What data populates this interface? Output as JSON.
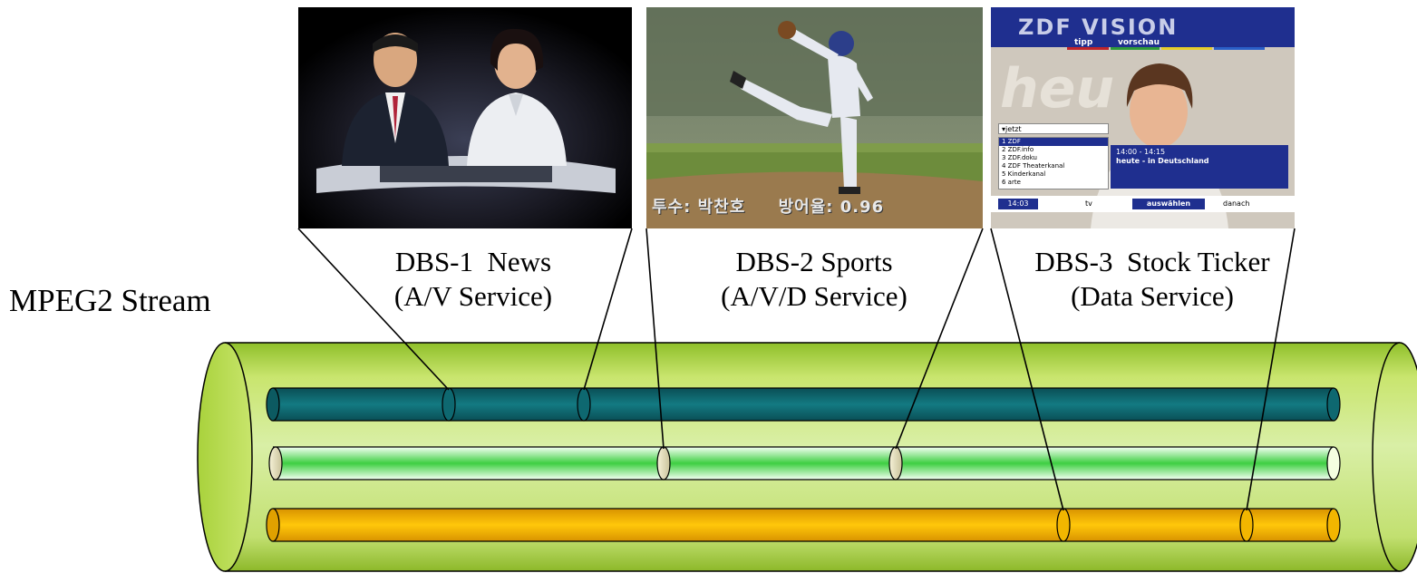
{
  "stream_label": "MPEG2 Stream",
  "services": [
    {
      "caption_line1": "DBS-1  News",
      "caption_line2": "(A/V Service)",
      "pipe_color": "teal",
      "thumbnail": "news anchors"
    },
    {
      "caption_line1": "DBS-2 Sports",
      "caption_line2": "(A/V/D Service)",
      "pipe_color": "light-green",
      "thumbnail": "baseball pitcher",
      "overlay_text": "투수: 박찬호     방어율: 0.96"
    },
    {
      "caption_line1": "DBS-3  Stock Ticker",
      "caption_line2": "(Data Service)",
      "pipe_color": "orange",
      "thumbnail": "ZDF vision program guide",
      "zdf": {
        "logo": "ZDF VISION",
        "tab1": "tipp",
        "tab2": "vorschau",
        "menu_header": "jetzt",
        "channels": [
          "1 ZDF",
          "2 ZDF.info",
          "3 ZDF.doku",
          "4 ZDF Theaterkanal",
          "5 Kinderkanal",
          "6 arte"
        ],
        "time_range": "14:00 - 14:15",
        "program": "heute - in Deutschland",
        "bottom_time": "14:03",
        "bottom_tv": "tv",
        "bottom_select": "auswählen",
        "bottom_next": "danach"
      }
    }
  ],
  "colors": {
    "outer_pipe": "#b4d94a",
    "teal_pipe": "#0f6b72",
    "green_pipe": "#7fe07a",
    "orange_pipe": "#f0b800"
  }
}
